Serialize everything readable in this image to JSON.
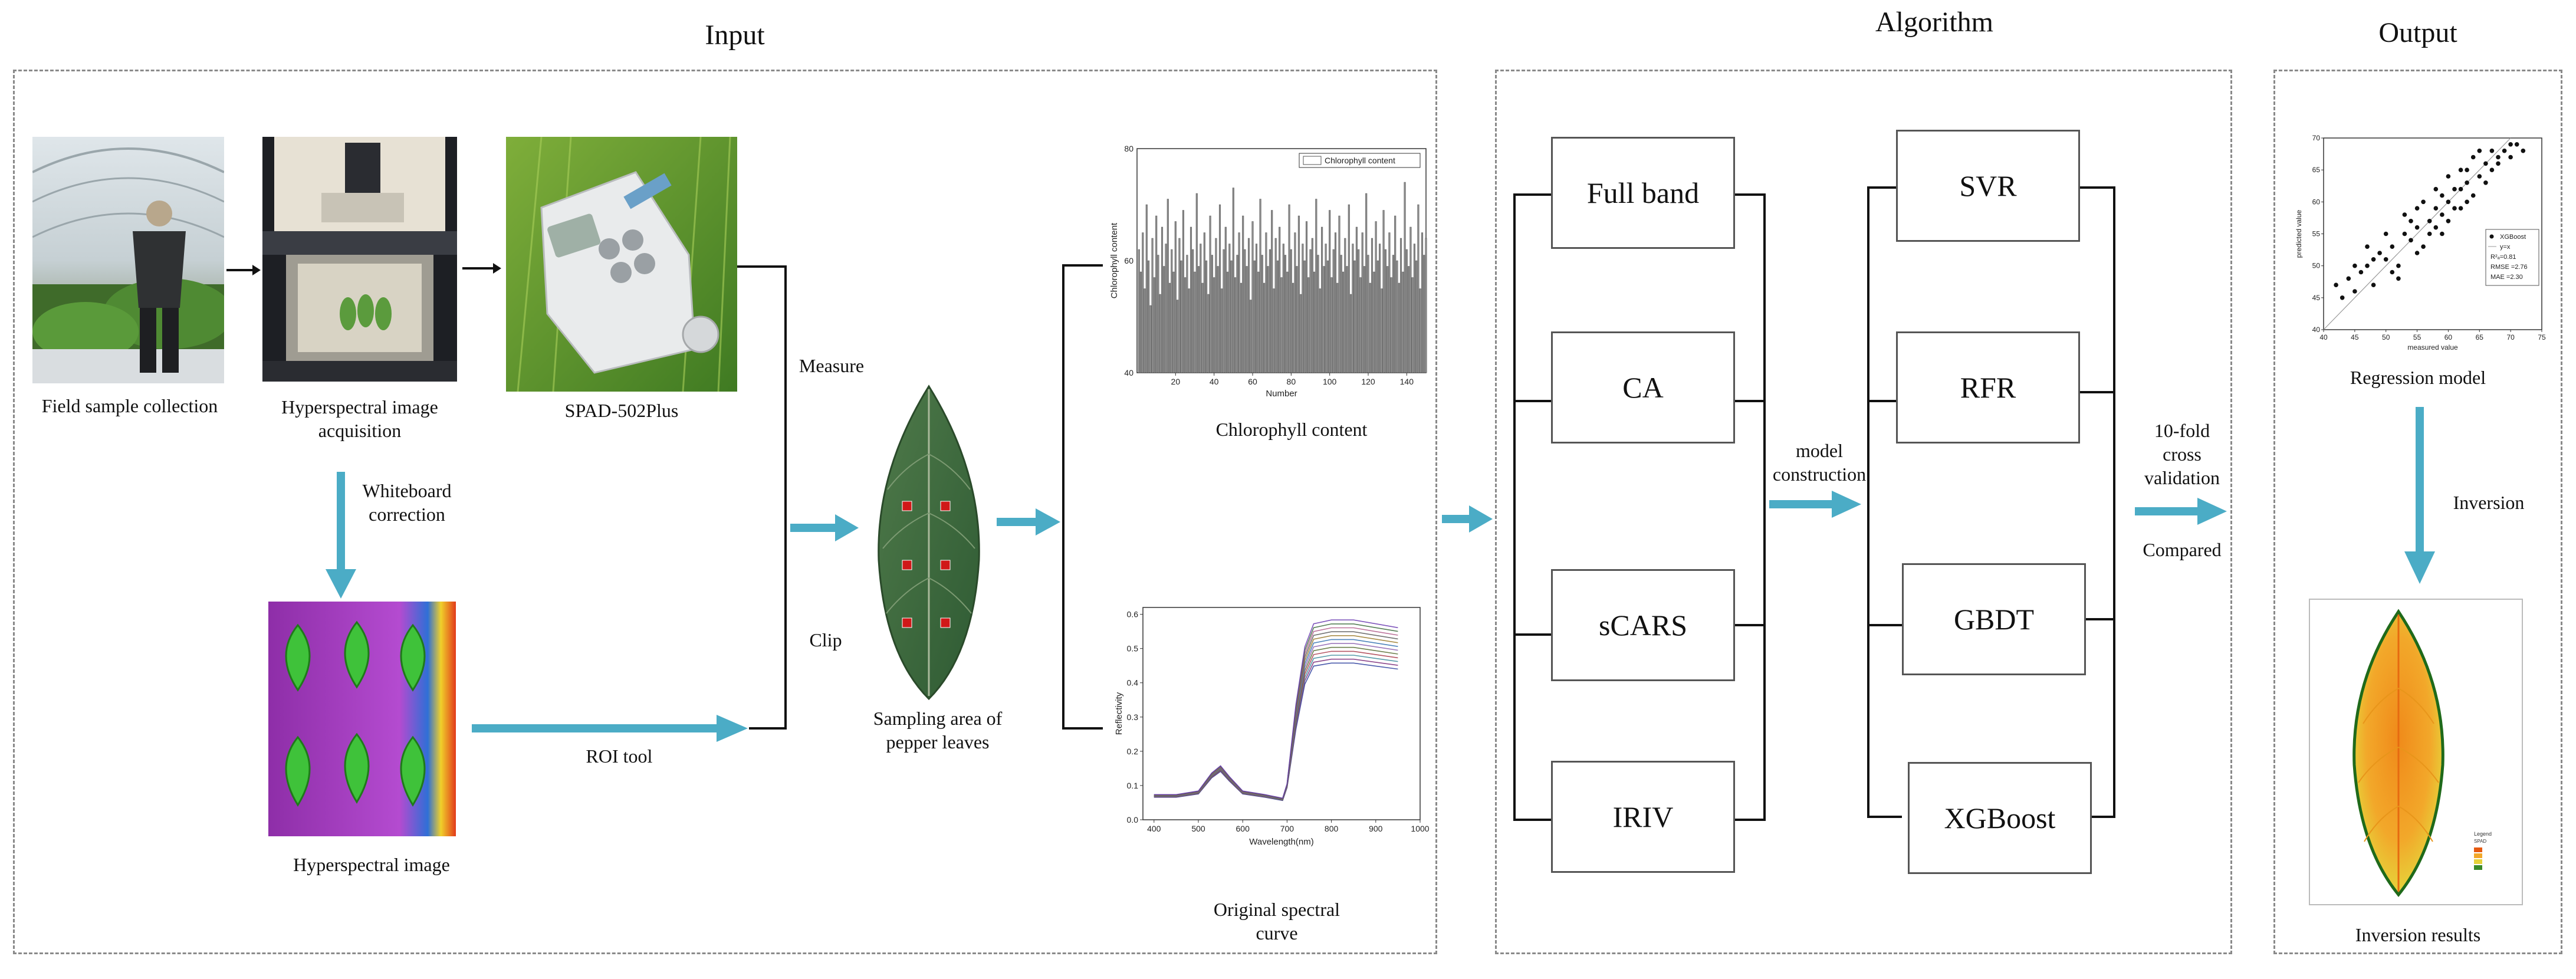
{
  "sections": {
    "input_title": "Input",
    "algorithm_title": "Algorithm",
    "output_title": "Output"
  },
  "input": {
    "field_caption": "Field sample collection",
    "hsi_acq_caption_line1": "Hyperspectral image",
    "hsi_acq_caption_line2": "acquisition",
    "spad_caption": "SPAD-502Plus",
    "whiteboard_line1": "Whiteboard",
    "whiteboard_line2": "correction",
    "hsi_caption": "Hyperspectral image",
    "roi_label": "ROI tool",
    "measure_label": "Measure",
    "clip_label": "Clip",
    "sampling_line1": "Sampling area of",
    "sampling_line2": "pepper leaves",
    "chl_caption": "Chlorophyll content",
    "spectral_line1": "Original spectral",
    "spectral_line2": "curve"
  },
  "algorithm": {
    "features": [
      "Full band",
      "CA",
      "sCARS",
      "IRIV"
    ],
    "models": [
      "SVR",
      "RFR",
      "GBDT",
      "XGBoost"
    ],
    "model_construction_line1": "model",
    "model_construction_line2": "construction",
    "cv_line1": "10-fold",
    "cv_line2": "cross",
    "cv_line3": "validation",
    "compared": "Compared"
  },
  "output": {
    "regression_caption": "Regression model",
    "inversion_label": "Inversion",
    "inversion_caption": "Inversion results",
    "legend_title": "Legend",
    "legend_sub": "SPAD"
  },
  "colors": {
    "arrow": "#4bacc6",
    "box_border": "#555555",
    "dash": "#8a8a8a"
  },
  "chart_data": [
    {
      "type": "bar",
      "title": "",
      "legend": [
        "Chlorophyll content"
      ],
      "xlabel": "Number",
      "ylabel": "Chlorophyll content",
      "xlim": [
        0,
        150
      ],
      "ylim": [
        40,
        80
      ],
      "xticks": [
        "20",
        "40",
        "60",
        "80",
        "100",
        "120",
        "140"
      ],
      "yticks": [
        "40",
        "60",
        "80"
      ],
      "series": [
        {
          "name": "Chlorophyll content",
          "values": [
            62,
            58,
            65,
            55,
            70,
            60,
            52,
            64,
            57,
            68,
            61,
            54,
            66,
            59,
            63,
            71,
            56,
            62,
            58,
            67,
            53,
            64,
            60,
            69,
            57,
            61,
            55,
            66,
            62,
            58,
            72,
            59,
            63,
            56,
            65,
            60,
            54,
            68,
            61,
            57,
            64,
            59,
            70,
            55,
            62,
            66,
            58,
            63,
            60,
            73,
            57,
            61,
            65,
            56,
            68,
            62,
            59,
            64,
            53,
            67,
            60,
            63,
            58,
            71,
            61,
            56,
            65,
            59,
            62,
            69,
            55,
            64,
            60,
            66,
            57,
            63,
            61,
            58,
            70,
            62,
            56,
            65,
            59,
            68,
            54,
            63,
            60,
            67,
            57,
            62,
            64,
            58,
            71,
            61,
            55,
            66,
            59,
            63,
            60,
            69,
            57,
            62,
            65,
            56,
            68,
            61,
            58,
            64,
            59,
            70,
            54,
            63,
            60,
            66,
            62,
            57,
            65,
            59,
            72,
            61,
            56,
            64,
            58,
            67,
            60,
            63,
            55,
            69,
            62,
            59,
            65,
            57,
            61,
            68,
            60,
            56,
            64,
            58,
            74,
            62,
            59,
            66,
            57,
            63,
            60,
            70,
            55,
            65,
            61,
            64
          ]
        }
      ]
    },
    {
      "type": "line",
      "title": "",
      "xlabel": "Wavelength(nm)",
      "ylabel": "Reflectivity",
      "xlim": [
        375,
        1000
      ],
      "ylim": [
        0,
        0.62
      ],
      "xticks": [
        "400",
        "500",
        "600",
        "700",
        "800",
        "900",
        "1000"
      ],
      "yticks": [
        "0.0",
        "0.1",
        "0.2",
        "0.3",
        "0.4",
        "0.5",
        "0.6"
      ],
      "x": [
        400,
        450,
        500,
        530,
        550,
        570,
        600,
        650,
        690,
        700,
        720,
        740,
        760,
        800,
        850,
        900,
        950
      ],
      "series": [
        {
          "name": "",
          "values": [
            0.07,
            0.07,
            0.08,
            0.13,
            0.15,
            0.12,
            0.08,
            0.07,
            0.06,
            0.1,
            0.3,
            0.45,
            0.51,
            0.52,
            0.52,
            0.51,
            0.5
          ]
        }
      ]
    },
    {
      "type": "scatter",
      "title": "",
      "xlabel": "measured value",
      "ylabel": "predicted value",
      "xlim": [
        40,
        75
      ],
      "ylim": [
        40,
        70
      ],
      "xticks": [
        "40",
        "45",
        "50",
        "55",
        "60",
        "65",
        "70",
        "75"
      ],
      "yticks": [
        "40",
        "45",
        "50",
        "55",
        "60",
        "65",
        "70"
      ],
      "legend": [
        "XGBoost",
        "y=x",
        "R²ₐ=0.81",
        "RMSE =2.76",
        "MAE =2.30"
      ],
      "series": [
        {
          "name": "XGBoost",
          "points": [
            [
              42,
              47
            ],
            [
              43,
              45
            ],
            [
              44,
              48
            ],
            [
              45,
              46
            ],
            [
              46,
              49
            ],
            [
              47,
              50
            ],
            [
              48,
              47
            ],
            [
              49,
              52
            ],
            [
              50,
              51
            ],
            [
              51,
              53
            ],
            [
              52,
              50
            ],
            [
              53,
              55
            ],
            [
              54,
              54
            ],
            [
              55,
              56
            ],
            [
              56,
              53
            ],
            [
              57,
              57
            ],
            [
              58,
              59
            ],
            [
              59,
              58
            ],
            [
              60,
              60
            ],
            [
              61,
              62
            ],
            [
              62,
              59
            ],
            [
              63,
              63
            ],
            [
              64,
              61
            ],
            [
              65,
              64
            ],
            [
              66,
              66
            ],
            [
              67,
              65
            ],
            [
              68,
              67
            ],
            [
              69,
              68
            ],
            [
              70,
              67
            ],
            [
              71,
              69
            ],
            [
              72,
              68
            ],
            [
              50,
              55
            ],
            [
              53,
              58
            ],
            [
              56,
              60
            ],
            [
              58,
              62
            ],
            [
              60,
              64
            ],
            [
              62,
              65
            ],
            [
              64,
              67
            ],
            [
              55,
              52
            ],
            [
              57,
              55
            ],
            [
              59,
              61
            ],
            [
              61,
              59
            ],
            [
              63,
              65
            ],
            [
              65,
              68
            ],
            [
              48,
              51
            ],
            [
              52,
              48
            ],
            [
              54,
              57
            ],
            [
              58,
              56
            ],
            [
              60,
              57
            ],
            [
              62,
              62
            ],
            [
              66,
              63
            ],
            [
              68,
              66
            ],
            [
              70,
              69
            ],
            [
              47,
              53
            ],
            [
              51,
              49
            ],
            [
              55,
              59
            ],
            [
              59,
              55
            ],
            [
              63,
              60
            ],
            [
              67,
              68
            ],
            [
              45,
              50
            ]
          ]
        }
      ]
    }
  ]
}
